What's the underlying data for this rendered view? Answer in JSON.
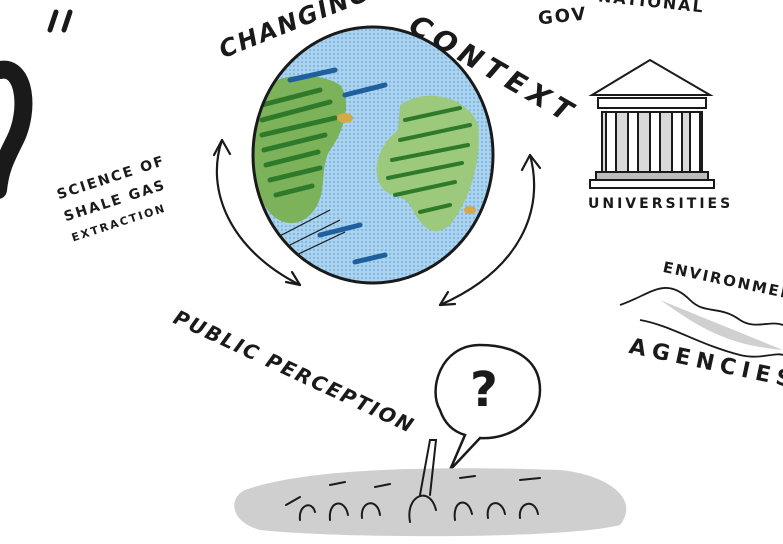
{
  "labels": {
    "quote_mark": "\"",
    "question_mark_left": "?",
    "changing": "CHANGING",
    "context": "CONTEXT",
    "national": "NATIONAL",
    "gov": "GOV",
    "universities": "UNIVERSITIES",
    "science_line1": "SCIENCE OF",
    "science_line2": "SHALE GAS",
    "science_line3": "EXTRACTION",
    "environment": "ENVIRONMENT",
    "agencies": "AGENCIES",
    "public_perception": "PUBLIC PERCEPTION",
    "speech_question": "?"
  },
  "colors": {
    "ink": "#1a1a1a",
    "ocean": "#8fc3e6",
    "ocean_dark": "#1f5f9e",
    "land": "#7bb25a",
    "land_dark": "#2f7a2a",
    "sand": "#d4a949",
    "grey_wash": "#c8c8c8"
  },
  "icons": [
    "globe-icon",
    "bank-building-icon",
    "mountains-icon",
    "speech-bubble-icon",
    "crowd-icon"
  ]
}
